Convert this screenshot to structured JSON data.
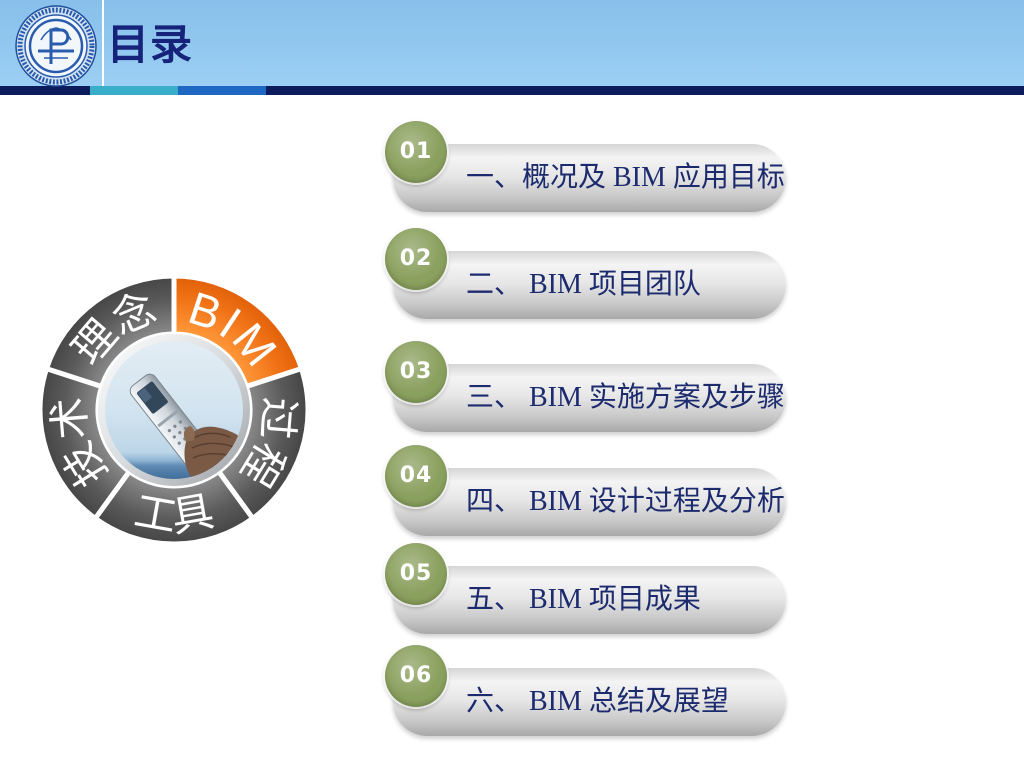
{
  "colors": {
    "header_bg": "#8ec8f2",
    "title_text": "#16237a",
    "stripe_navy": "#0c1b5c",
    "stripe_teal": "#39aec8",
    "stripe_blue": "#1e68c4",
    "wheel_gray": "#5a5a5a",
    "wheel_accent": "#f07014",
    "badge_green": "#8aa05e",
    "item_text": "#1c2a6e"
  },
  "header": {
    "title": "目录",
    "logo_icon": "logo-emblem"
  },
  "wheel": {
    "segments": [
      {
        "label": "BIM",
        "highlighted": true
      },
      {
        "label": "过程",
        "highlighted": false
      },
      {
        "label": "工具",
        "highlighted": false
      },
      {
        "label": "技术",
        "highlighted": false
      },
      {
        "label": "理念",
        "highlighted": false
      }
    ],
    "center_icon": "phone-photo"
  },
  "toc": {
    "items": [
      {
        "number": "01",
        "label": "一、概况及 BIM 应用目标"
      },
      {
        "number": "02",
        "label": "二、 BIM 项目团队"
      },
      {
        "number": "03",
        "label": "三、 BIM 实施方案及步骤"
      },
      {
        "number": "04",
        "label": "四、 BIM 设计过程及分析"
      },
      {
        "number": "05",
        "label": "五、 BIM 项目成果"
      },
      {
        "number": "06",
        "label": "六、 BIM 总结及展望"
      }
    ]
  }
}
